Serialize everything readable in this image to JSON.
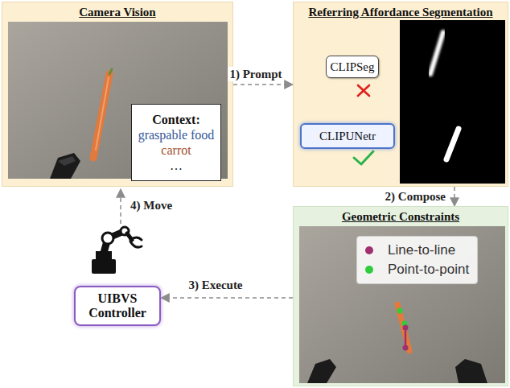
{
  "diagram": {
    "nodes": [
      {
        "text": [
          "Camera Vision"
        ]
      },
      {
        "text": [
          "Context:",
          "graspable food",
          "carrot",
          "…"
        ],
        "in": 0
      },
      {
        "text": [
          "Referring Affordance Segmentation"
        ]
      },
      {
        "text": [
          "CLIPSeg"
        ],
        "in": 2
      },
      {
        "text": [
          "CLIPUNetr"
        ],
        "in": 2
      },
      {
        "text": [
          "Geometric Constraints"
        ]
      },
      {
        "text": [
          "UIBVS Controller"
        ]
      }
    ],
    "edges": [
      {
        "from": 0,
        "to": 2,
        "label": "1) Prompt",
        "arrow": "to"
      },
      {
        "from": 2,
        "to": 5,
        "label": "2) Compose",
        "arrow": "to"
      },
      {
        "from": 5,
        "to": 6,
        "label": "3) Execute",
        "arrow": "to"
      }
    ],
    "labels": [
      "4) Move"
    ],
    "legend": [
      {
        "text": "Line-to-line",
        "color": "#a0306e"
      },
      {
        "text": "Point-to-point",
        "color": "#2fcc3c"
      }
    ]
  }
}
